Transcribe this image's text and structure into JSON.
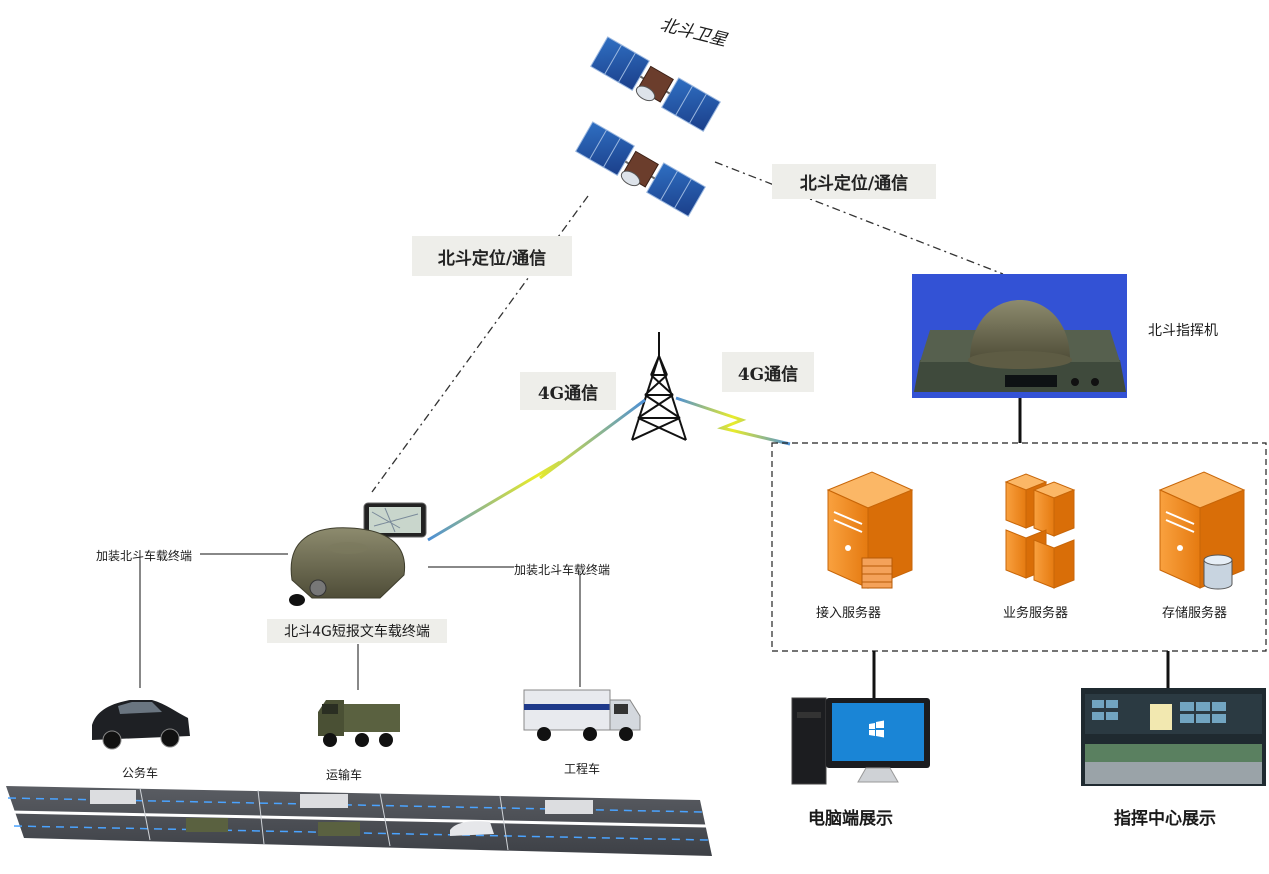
{
  "satellite": {
    "title": "北斗卫星"
  },
  "links": {
    "beidou_left": "北斗定位/通信",
    "beidou_right": "北斗定位/通信",
    "g4_left": "4G通信",
    "g4_right": "4G通信"
  },
  "command_unit": {
    "label": "北斗指挥机"
  },
  "terminal": {
    "label": "北斗4G短报文车载终端",
    "install_left": "加装北斗车载终端",
    "install_right": "加装北斗车载终端"
  },
  "servers": [
    {
      "label": "接入服务器"
    },
    {
      "label": "业务服务器"
    },
    {
      "label": "存储服务器"
    }
  ],
  "vehicles": [
    {
      "label": "公务车"
    },
    {
      "label": "运输车"
    },
    {
      "label": "工程车"
    }
  ],
  "displays": [
    {
      "label": "电脑端展示"
    },
    {
      "label": "指挥中心展示"
    }
  ],
  "colors": {
    "server_orange": "#f7922a",
    "lightning_yellow": "#e9ec2a",
    "link_blue": "#3b7bb8",
    "road_gray": "#4b4e55",
    "lane_dash": "#4aa3ff"
  }
}
